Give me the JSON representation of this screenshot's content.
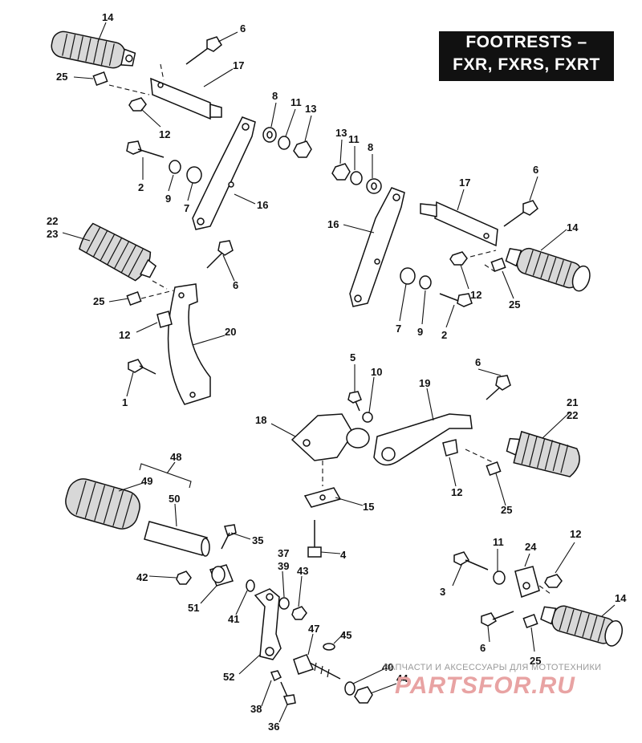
{
  "title": {
    "line1": "FOOTRESTS –",
    "line2": "FXR, FXRS, FXRT"
  },
  "watermark": {
    "subtitle": "ЗАПЧАСТИ И АКСЕССУАРЫ ДЛЯ МОТОТЕХНИКИ",
    "logo": "PARTSFOR.RU"
  },
  "callouts": {
    "tl": {
      "n14": "14",
      "n6": "6",
      "n17": "17",
      "n25": "25",
      "n12": "12",
      "n8": "8",
      "n11": "11",
      "n13": "13",
      "n2": "2",
      "n9": "9",
      "n7": "7",
      "n16": "16"
    },
    "tr": {
      "n13": "13",
      "n11": "11",
      "n8": "8",
      "n17": "17",
      "n6": "6",
      "n16": "16",
      "n14": "14",
      "n12": "12",
      "n25": "25",
      "n7": "7",
      "n9": "9",
      "n2": "2"
    },
    "ml": {
      "n22": "22",
      "n23": "23",
      "n6": "6",
      "n25": "25",
      "n12": "12",
      "n20": "20",
      "n1": "1"
    },
    "mid": {
      "n5": "5",
      "n10": "10",
      "n6": "6",
      "n19": "19",
      "n18": "18",
      "n21": "21",
      "n22": "22",
      "n12": "12",
      "n25": "25",
      "n15": "15",
      "n4": "4"
    },
    "bl": {
      "n48": "48",
      "n49": "49",
      "n50": "50",
      "n35": "35",
      "n37": "37",
      "n39": "39",
      "n43": "43",
      "n42": "42",
      "n51": "51",
      "n41": "41",
      "n47": "47",
      "n45": "45",
      "n52": "52",
      "n40": "40",
      "n44": "44",
      "n38": "38",
      "n36": "36"
    },
    "br": {
      "n11": "11",
      "n24": "24",
      "n12": "12",
      "n3": "3",
      "n14": "14",
      "n6": "6",
      "n25": "25"
    }
  }
}
